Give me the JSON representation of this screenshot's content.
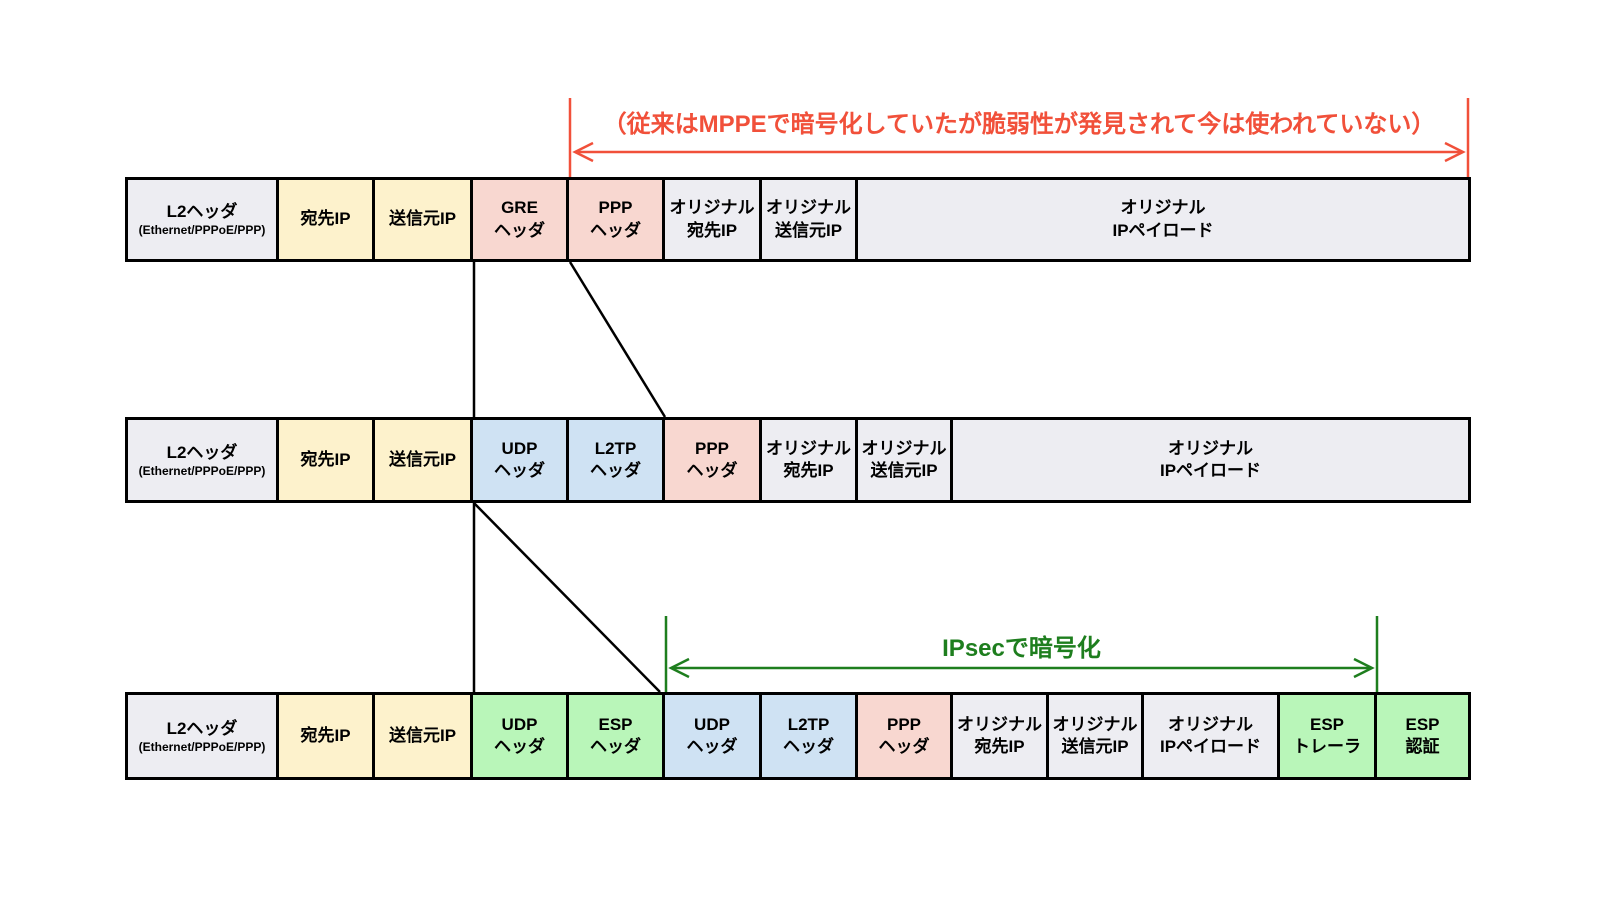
{
  "colors": {
    "cell-gray": "#ededf2",
    "cell-yellow": "#fdf2cc",
    "cell-pink": "#f8d7d0",
    "cell-blue": "#cfe2f3",
    "cell-green": "#b9f6b9",
    "red-accent": "#f1503a",
    "green-accent": "#1e7e1e",
    "line-black": "#000000"
  },
  "annotations": {
    "mppe_note": "（従来はMPPEで暗号化していたが脆弱性が発見されて今は使われていない）",
    "ipsec_note": "IPsecで暗号化"
  },
  "rows": [
    {
      "cells": [
        {
          "line1": "L2ヘッダ",
          "line2": "(Ethernet/PPPoE/PPP)"
        },
        {
          "line1": "宛先IP"
        },
        {
          "line1": "送信元IP"
        },
        {
          "line1": "GRE",
          "line2": "ヘッダ"
        },
        {
          "line1": "PPP",
          "line2": "ヘッダ"
        },
        {
          "line1": "オリジナル",
          "line2": "宛先IP"
        },
        {
          "line1": "オリジナル",
          "line2": "送信元IP"
        },
        {
          "line1": "オリジナル",
          "line2": "IPペイロード"
        }
      ]
    },
    {
      "cells": [
        {
          "line1": "L2ヘッダ",
          "line2": "(Ethernet/PPPoE/PPP)"
        },
        {
          "line1": "宛先IP"
        },
        {
          "line1": "送信元IP"
        },
        {
          "line1": "UDP",
          "line2": "ヘッダ"
        },
        {
          "line1": "L2TP",
          "line2": "ヘッダ"
        },
        {
          "line1": "PPP",
          "line2": "ヘッダ"
        },
        {
          "line1": "オリジナル",
          "line2": "宛先IP"
        },
        {
          "line1": "オリジナル",
          "line2": "送信元IP"
        },
        {
          "line1": "オリジナル",
          "line2": "IPペイロード"
        }
      ]
    },
    {
      "cells": [
        {
          "line1": "L2ヘッダ",
          "line2": "(Ethernet/PPPoE/PPP)"
        },
        {
          "line1": "宛先IP"
        },
        {
          "line1": "送信元IP"
        },
        {
          "line1": "UDP",
          "line2": "ヘッダ"
        },
        {
          "line1": "ESP",
          "line2": "ヘッダ"
        },
        {
          "line1": "UDP",
          "line2": "ヘッダ"
        },
        {
          "line1": "L2TP",
          "line2": "ヘッダ"
        },
        {
          "line1": "PPP",
          "line2": "ヘッダ"
        },
        {
          "line1": "オリジナル",
          "line2": "宛先IP"
        },
        {
          "line1": "オリジナル",
          "line2": "送信元IP"
        },
        {
          "line1": "オリジナル",
          "line2": "IPペイロード"
        },
        {
          "line1": "ESP",
          "line2": "トレーラ"
        },
        {
          "line1": "ESP",
          "line2": "認証"
        }
      ]
    }
  ]
}
